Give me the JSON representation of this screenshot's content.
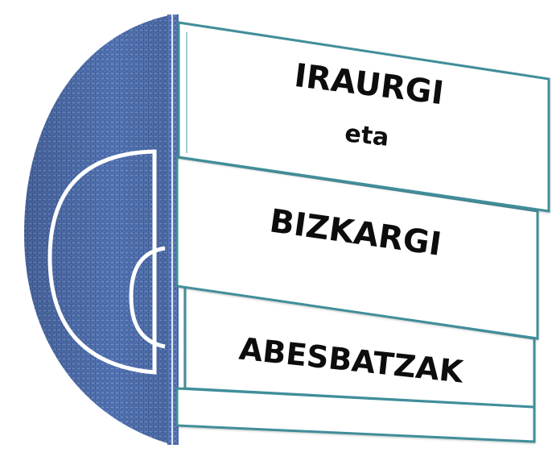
{
  "diagram": {
    "bands": [
      {
        "line1": "IRAURGI",
        "line2": "eta"
      },
      {
        "line1": "BIZKARGI"
      },
      {
        "line1": "ABESBATZAK"
      }
    ]
  },
  "colors": {
    "disc_fill": "#4a6aa8",
    "disc_fill_dark": "#35528e",
    "disc_thread": "#7f98c8",
    "band_border": "#3f8e9a",
    "band_fill": "#ffffff",
    "arc_stroke": "#ffffff"
  }
}
